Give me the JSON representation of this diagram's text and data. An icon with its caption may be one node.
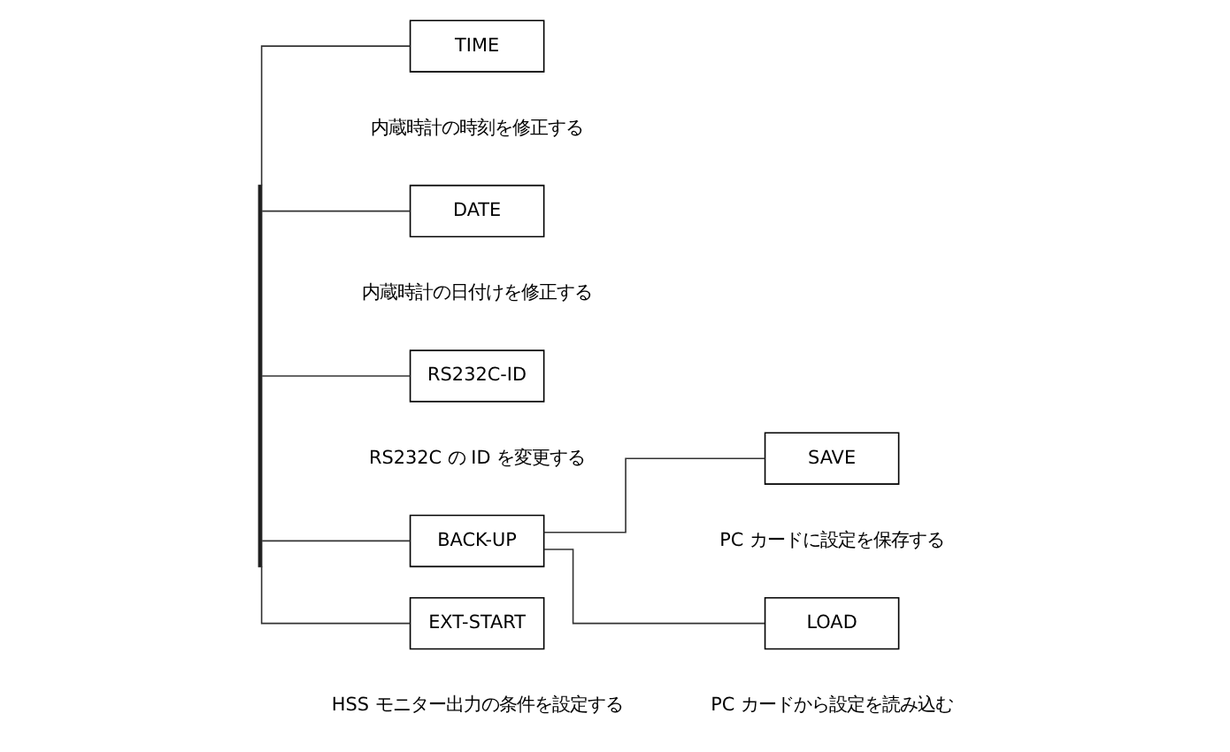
{
  "diagram": {
    "nodes": [
      {
        "text": [],
        "shape": "bar"
      },
      {
        "text": [
          "TIME"
        ],
        "beside": [
          "内蔵時計の時刻を修正する"
        ]
      },
      {
        "text": [
          "DATE"
        ],
        "beside": [
          "内蔵時計の日付けを修正する"
        ]
      },
      {
        "text": [
          "RS232C-ID"
        ],
        "beside": [
          "RS232C の ID を変更する"
        ]
      },
      {
        "text": [
          "BACK-UP"
        ]
      },
      {
        "text": [
          "SAVE"
        ],
        "beside": [
          "PC カードに設定を保存する"
        ]
      },
      {
        "text": [
          "LOAD"
        ],
        "beside": [
          "PC カードから設定を読み込む"
        ]
      },
      {
        "text": [
          "EXT-START"
        ],
        "beside": [
          "HSS モニター出力の条件を設定する"
        ]
      }
    ],
    "edges": [
      {
        "from": 0,
        "to": 1,
        "arrow": "none"
      },
      {
        "from": 0,
        "to": 2,
        "arrow": "none"
      },
      {
        "from": 0,
        "to": 3,
        "arrow": "none"
      },
      {
        "from": 0,
        "to": 4,
        "arrow": "none"
      },
      {
        "from": 4,
        "to": 5,
        "arrow": "none"
      },
      {
        "from": 4,
        "to": 6,
        "arrow": "none"
      },
      {
        "from": 0,
        "to": 7,
        "arrow": "none"
      }
    ]
  }
}
